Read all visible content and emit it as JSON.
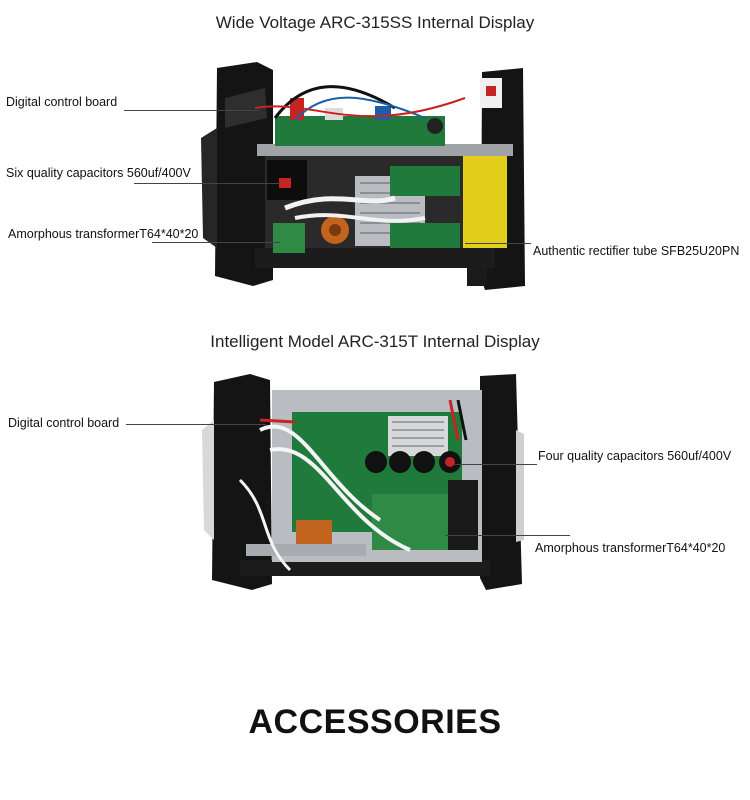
{
  "section1": {
    "title": "Wide Voltage ARC-315SS Internal Display",
    "labels": {
      "control_board": "Digital control board",
      "capacitors": "Six quality capacitors 560uf/400V",
      "transformer": "Amorphous transformerT64*40*20",
      "rectifier": "Authentic rectifier tube SFB25U20PN"
    }
  },
  "section2": {
    "title": "Intelligent Model ARC-315T Internal Display",
    "labels": {
      "control_board": "Digital control board",
      "capacitors": "Four quality capacitors 560uf/400V",
      "transformer": "Amorphous transformerT64*40*20"
    }
  },
  "footer": {
    "heading": "ACCESSORIES"
  },
  "colors": {
    "housing": "#151515",
    "pcb_green": "#1f7a3c",
    "yellow_panel": "#e2cf1b",
    "chassis_metal": "#b9bcc0",
    "copper": "#c0641e"
  }
}
